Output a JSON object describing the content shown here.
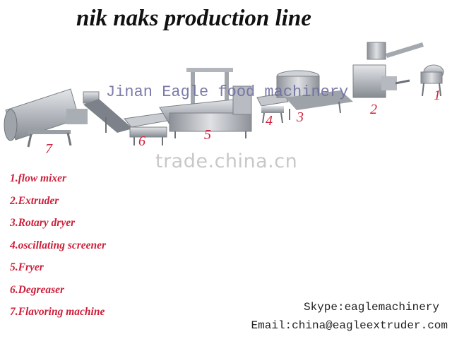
{
  "title": "nik naks production line",
  "watermark_brand": "Jinan Eagle food machinery",
  "watermark_site": "trade.china.cn",
  "machine_numbers": [
    "1",
    "2",
    "3",
    "4",
    "5",
    "6",
    "7"
  ],
  "legend": [
    "1.flow mixer",
    "2.Extruder",
    "3.Rotary dryer",
    "4.oscillating screener",
    "5.Fryer",
    "6.Degreaser",
    "7.Flavoring machine"
  ],
  "contact": {
    "skype": "Skype:eaglemachinery",
    "email": "Email:china@eagleextruder.com"
  },
  "colors": {
    "label_red": "#cc1f3a",
    "steel": "#b8bcc2"
  }
}
